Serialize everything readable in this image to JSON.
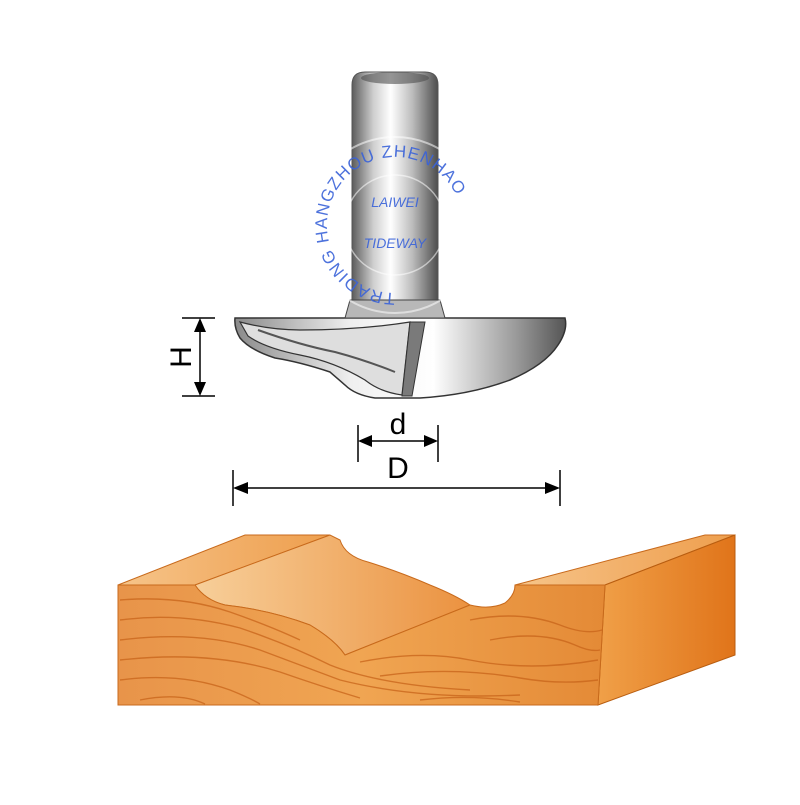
{
  "dimensions": {
    "height_label": "H",
    "shank_diameter_label": "d",
    "cutting_diameter_label": "D"
  },
  "watermark": {
    "ring_text": "TRADING HANGZHOU ZHENHAO",
    "line1": "LAIWEI",
    "line2": "TIDEWAY",
    "color": "#3a63d9"
  },
  "colors": {
    "wood_light": "#f3b26b",
    "wood_mid": "#e98a2c",
    "wood_dark": "#d96a12",
    "steel_light": "#f2f2f2",
    "steel_dark": "#6b6b6b"
  }
}
